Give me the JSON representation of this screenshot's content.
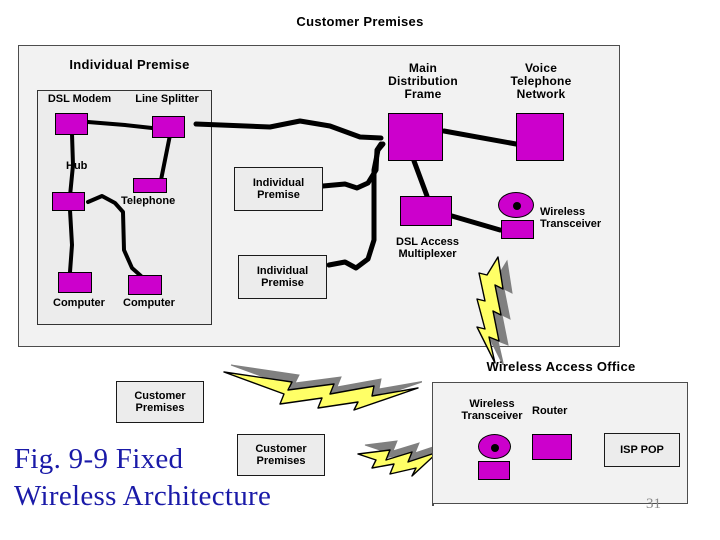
{
  "slide": {
    "heading": "Customer Premises",
    "figure_title": "Fig. 9-9 Fixed\nWireless Architecture",
    "page_number": "31",
    "colors": {
      "device_fill": "#cc00cc",
      "title_text": "#1a1aa8",
      "box_fill": "#ececec",
      "outer_fill": "#f2f2f2",
      "bolt_fill": "#ffff66",
      "bolt_shadow": "#808080"
    }
  },
  "customer_premises_panel": {
    "individual_premise_title": "Individual Premise",
    "devices": {
      "dsl_modem": "DSL Modem",
      "line_splitter": "Line Splitter",
      "hub": "Hub",
      "telephone": "Telephone",
      "computer_1": "Computer",
      "computer_2": "Computer"
    },
    "other_premises": [
      "Individual\nPremise",
      "Individual\nPremise"
    ],
    "central_office": {
      "main_distribution_frame": "Main\nDistribution\nFrame",
      "voice_telephone_network": "Voice\nTelephone\nNetwork",
      "dsl_access_multiplexer": "DSL Access\nMultiplexer",
      "wireless_transceiver": "Wireless\nTransceiver"
    }
  },
  "bottom": {
    "customer_premises_box_1": "Customer\nPremises",
    "customer_premises_box_2": "Customer\nPremises",
    "wireless_access_office_label": "Wireless Access Office",
    "office": {
      "wireless_transceiver": "Wireless\nTransceiver",
      "router": "Router",
      "isp_pop": "ISP POP"
    }
  }
}
